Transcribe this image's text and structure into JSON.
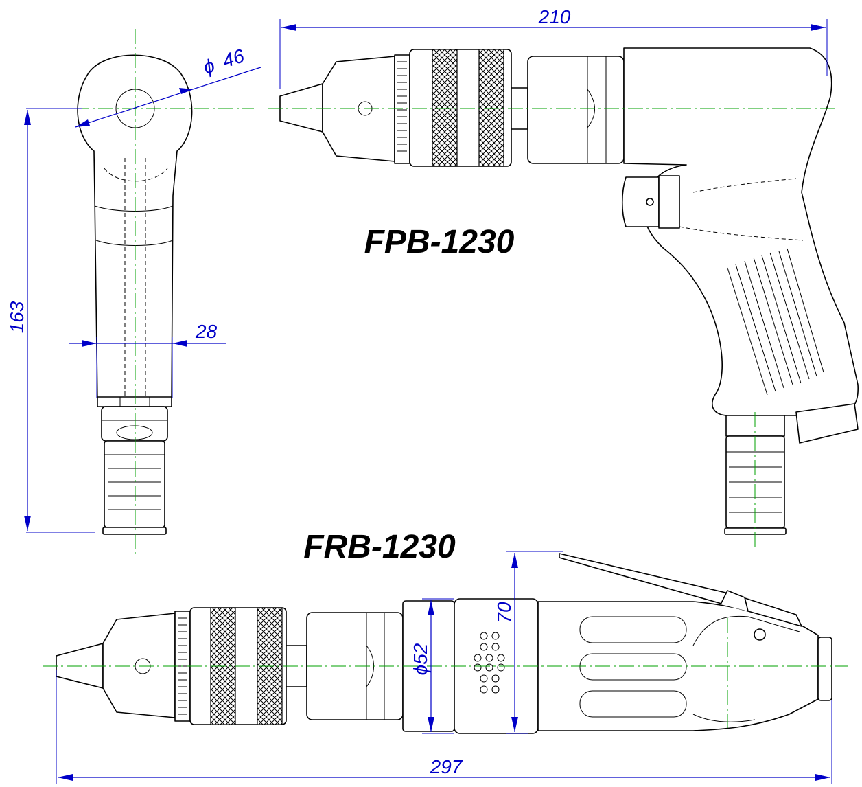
{
  "models": {
    "pistol": "FPB-1230",
    "inline": "FRB-1230"
  },
  "dimensions": {
    "pistol_length": "210",
    "pistol_height": "163",
    "head_diameter_symbol": "ϕ",
    "head_diameter": "46",
    "grip_width": "28",
    "inline_length": "297",
    "inline_height": "70",
    "inline_diameter": "ϕ52"
  },
  "colors": {
    "dimension": "#0000c8",
    "centerline": "#00a000",
    "outline": "#000000"
  }
}
